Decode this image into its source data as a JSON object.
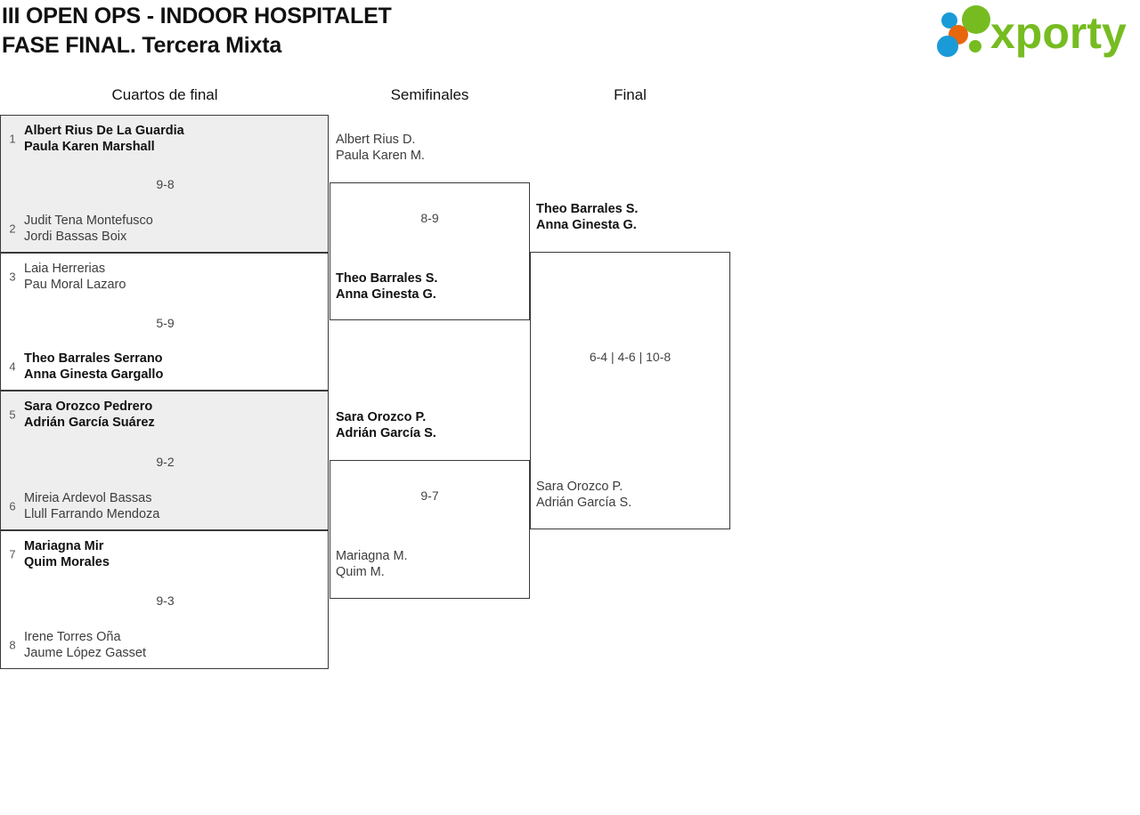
{
  "header": {
    "title_line1": "III OPEN OPS - INDOOR HOSPITALET",
    "title_line2": "FASE FINAL. Tercera Mixta",
    "logo_text": "xporty",
    "logo_colors": {
      "green": "#76bc21",
      "orange": "#e8660c",
      "blue": "#1a9bd7"
    }
  },
  "rounds": [
    {
      "label": "Cuartos de final"
    },
    {
      "label": "Semifinales"
    },
    {
      "label": "Final"
    }
  ],
  "quarterfinals": [
    {
      "score": "9-8",
      "top": {
        "seed": "1",
        "player1": "Albert Rius De La Guardia",
        "player2": "Paula Karen Marshall",
        "winner": true
      },
      "bottom": {
        "seed": "2",
        "player1": "Judit Tena Montefusco",
        "player2": "Jordi Bassas Boix",
        "winner": false
      }
    },
    {
      "score": "5-9",
      "top": {
        "seed": "3",
        "player1": "Laia Herrerias",
        "player2": "Pau Moral Lazaro",
        "winner": false
      },
      "bottom": {
        "seed": "4",
        "player1": "Theo Barrales Serrano",
        "player2": "Anna Ginesta Gargallo",
        "winner": true
      }
    },
    {
      "score": "9-2",
      "top": {
        "seed": "5",
        "player1": "Sara Orozco Pedrero",
        "player2": "Adrián García Suárez",
        "winner": true
      },
      "bottom": {
        "seed": "6",
        "player1": "Mireia Ardevol Bassas",
        "player2": "Llull Farrando Mendoza",
        "winner": false
      }
    },
    {
      "score": "9-3",
      "top": {
        "seed": "7",
        "player1": "Mariagna Mir",
        "player2": "Quim Morales",
        "winner": true
      },
      "bottom": {
        "seed": "8",
        "player1": "Irene Torres Oña",
        "player2": "Jaume López Gasset",
        "winner": false
      }
    }
  ],
  "semifinals": [
    {
      "score": "8-9",
      "top": {
        "player1": "Albert Rius D.",
        "player2": "Paula Karen M.",
        "winner": false
      },
      "bottom": {
        "player1": "Theo Barrales S.",
        "player2": "Anna Ginesta G.",
        "winner": true
      }
    },
    {
      "score": "9-7",
      "top": {
        "player1": "Sara Orozco P.",
        "player2": "Adrián García S.",
        "winner": true
      },
      "bottom": {
        "player1": "Mariagna M.",
        "player2": "Quim M.",
        "winner": false
      }
    }
  ],
  "final": {
    "score": "6-4 | 4-6 | 10-8",
    "top": {
      "player1": "Theo Barrales S.",
      "player2": "Anna Ginesta G.",
      "winner": true
    },
    "bottom": {
      "player1": "Sara Orozco P.",
      "player2": "Adrián García S.",
      "winner": false
    }
  }
}
